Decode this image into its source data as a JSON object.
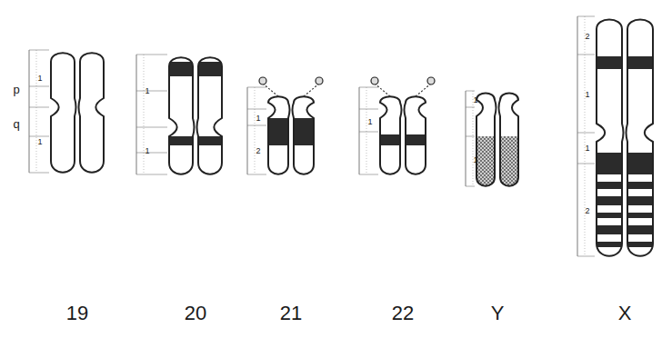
{
  "diagram": {
    "labels": [
      "19",
      "20",
      "21",
      "22",
      "Y",
      "X",
      "p",
      "q",
      "1",
      "1",
      "1",
      "1",
      "1",
      "2",
      "1",
      "1",
      "1",
      "2",
      "1",
      "1",
      "2"
    ]
  }
}
